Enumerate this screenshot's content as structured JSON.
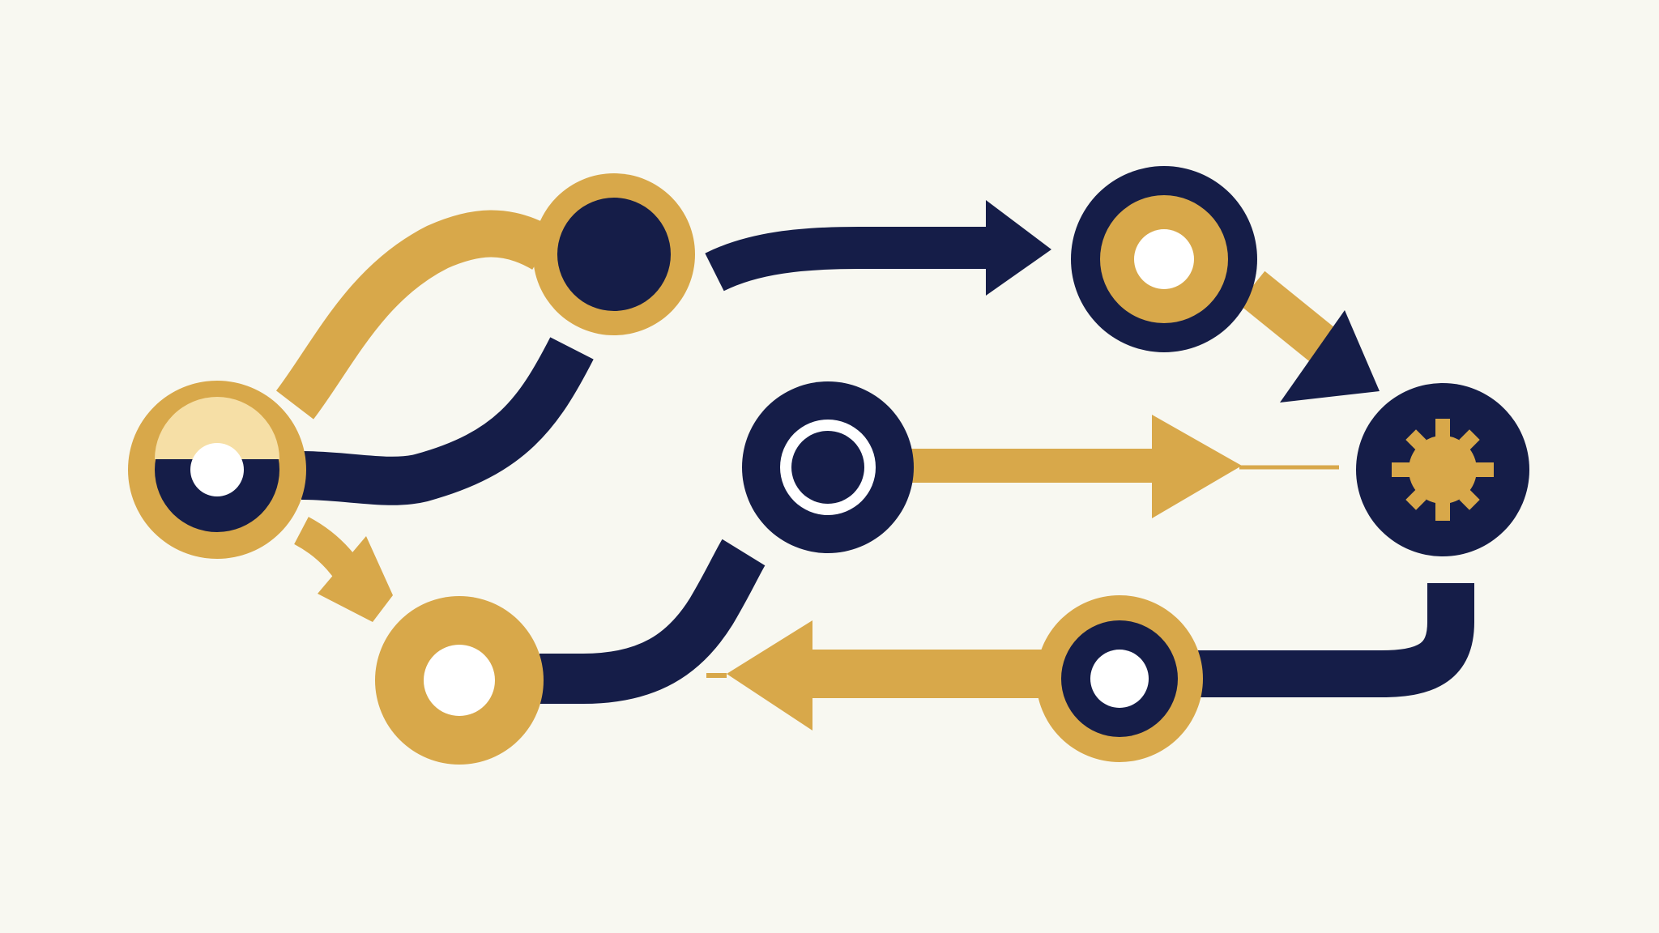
{
  "colors": {
    "background": "#f8f8f1",
    "navy": "#151d48",
    "gold": "#d8a84a",
    "pale_gold": "#f6dfa6",
    "white": "#ffffff"
  },
  "icons": {
    "start_node": "half-ring-node-icon",
    "top_node": "filled-dot-node-icon",
    "upper_right_node": "ring-node-icon",
    "center_node": "target-node-icon",
    "right_node": "gear-icon",
    "bottom_left_node": "ring-node-icon",
    "bottom_right_node": "ring-node-icon",
    "arrow": "arrow-icon"
  },
  "diagram": {
    "nodes": [
      "start-node",
      "top-node",
      "upper-right-node",
      "center-node",
      "right-node",
      "bottom-left-node",
      "bottom-right-node"
    ],
    "connections": [
      {
        "from": "start-node",
        "to": "top-node",
        "color": "gold"
      },
      {
        "from": "top-node",
        "to": "start-node",
        "color": "navy"
      },
      {
        "from": "top-node",
        "to": "upper-right-node",
        "color": "navy"
      },
      {
        "from": "upper-right-node",
        "to": "right-node",
        "color": "gold"
      },
      {
        "from": "center-node",
        "to": "right-node",
        "color": "gold"
      },
      {
        "from": "right-node",
        "to": "bottom-right-node",
        "color": "navy"
      },
      {
        "from": "bottom-right-node",
        "to": "bottom-left-node",
        "color": "gold"
      },
      {
        "from": "start-node",
        "to": "bottom-left-node",
        "color": "gold"
      },
      {
        "from": "bottom-left-node",
        "to": "center-node",
        "color": "navy"
      }
    ]
  }
}
